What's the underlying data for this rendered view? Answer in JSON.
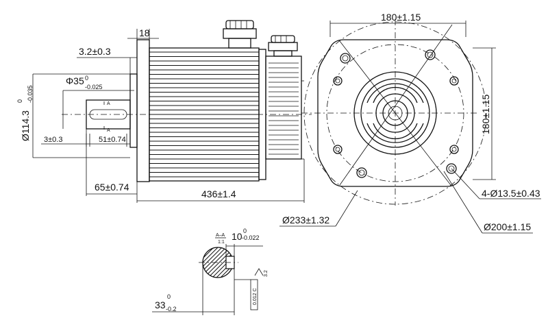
{
  "dimensions": {
    "flange_width": "180±1.15",
    "flange_height": "180±1.15",
    "flange_thickness": "18",
    "shoulder": "3.2±0.3",
    "shaft_dia": "Φ35",
    "shaft_dia_upper": "0",
    "shaft_dia_lower": "-0.025",
    "pilot_dia": "Ø114.3",
    "pilot_dia_upper": "0",
    "pilot_dia_lower": "-0.035",
    "key_offset": "3±0.3",
    "key_length": "51±0.74",
    "shaft_length": "65±0.74",
    "body_length": "436±1.4",
    "hole_spec": "4-Ø13.5±0.43",
    "outer_circle": "Ø233±1.32",
    "bolt_circle": "Ø200±1.15",
    "key_width": "10",
    "key_width_upper": "0",
    "key_width_lower": "-0.022",
    "key_depth": "33",
    "key_depth_upper": "0",
    "key_depth_lower": "-0.2"
  },
  "section": {
    "label": "A–A",
    "scale": "1:1",
    "marker": "A",
    "tolerance_frame": "0.012 C",
    "roughness": "3.2"
  }
}
